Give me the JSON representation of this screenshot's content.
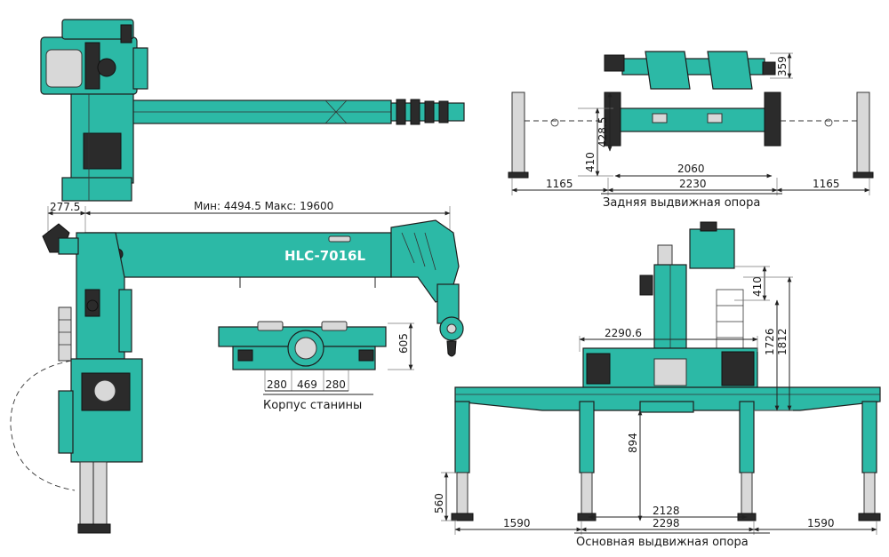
{
  "model": "HLC-7016L",
  "colors": {
    "crane_body": "#2cb9a6",
    "outline": "#1e1e1e",
    "dark_parts": "#2b2b2b"
  },
  "side_view": {
    "offset_dim": "277.5",
    "reach_dim": "Мин: 4494.5 Макс: 19600"
  },
  "frame": {
    "caption": "Корпус станины",
    "dims": [
      "280",
      "469",
      "280"
    ],
    "height_dim": "605"
  },
  "rear_outrigger": {
    "caption": "Задняя выдвижная опора",
    "top_height_dim": "359",
    "dim_410": "410",
    "dim_428": "428.5",
    "inner_width": "2060",
    "total_width": "2230",
    "left_ext": "1165",
    "right_ext": "1165"
  },
  "main_outrigger": {
    "caption": "Основная выдвижная опора",
    "width_upper": "2290.6",
    "dim_410": "410",
    "height_1726": "1726",
    "height_1812": "1812",
    "height_894": "894",
    "foot_560": "560",
    "inner_width": "2128",
    "total_width": "2298",
    "left_ext": "1590",
    "right_ext": "1590"
  }
}
